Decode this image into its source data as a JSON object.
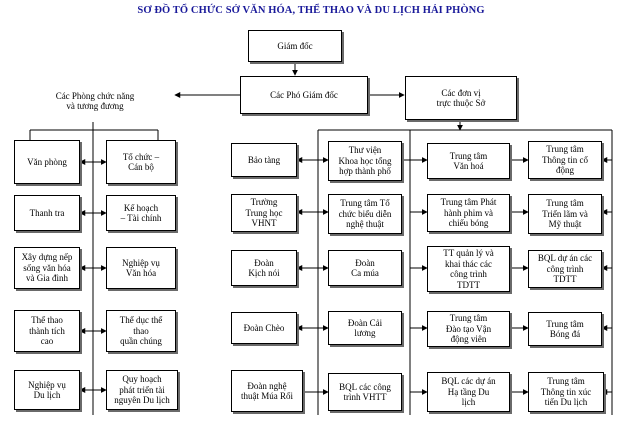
{
  "title": "SƠ ĐỒ TỔ CHỨC SỞ VĂN HÓA, THỂ THAO VÀ DU LỊCH HẢI PHÒNG",
  "nodes": {
    "director": "Giám đốc",
    "deputy_directors": "Các Phó Giám đốc",
    "functional_departments": "Các Phòng chức năng\nvà  tương đương",
    "affiliated_units": "Các đơn vị\ntrực thuộc Sở",
    "dept_office": "Văn phòng",
    "dept_inspection": "Thanh tra",
    "dept_lifestyle_family": "Xây dựng nếp\nsống văn hóa\nvà Gia đình",
    "dept_high_performance_sports": "Thể thao\nthành tích\ncao",
    "dept_tourism": "Nghiệp vụ\nDu lịch",
    "dept_organization": "Tổ chức –\nCán bộ",
    "dept_planning_finance": "Kế hoạch\n– Tài chính",
    "dept_culture": "Nghiệp vụ\nVăn hóa",
    "dept_mass_sports": "Thể dục thể\nthao\nquần chúng",
    "dept_tourism_planning": "Quy hoạch\nphát triển tài\nnguyên Du lịch",
    "unit_museum": "Bảo tàng",
    "unit_arts_school": "Trường\nTrung học\nVHNT",
    "unit_drama": "Đoàn\nKịch nói",
    "unit_cheo": "Đoàn Chèo",
    "unit_puppetry": "Đoàn nghệ\nthuật Múa Rối",
    "unit_library": "Thư viện\nKhoa học tổng\nhợp thành phố",
    "unit_performance_center": "Trung tâm Tổ\nchức biểu diễn\nnghệ thuật",
    "unit_song_dance": "Đoàn\nCa múa",
    "unit_cai_luong": "Đoàn Cải\nlương",
    "unit_bql_works": "BQL các công\ntrình VHTT",
    "unit_culture_center": "Trung tâm\nVăn hoá",
    "unit_film_center": "Trung tâm Phát\nhành phim và\nchiếu bóng",
    "unit_sports_works_mgmt": "TT quản lý và\nkhai thác các\ncông trình\nTDTT",
    "unit_athlete_training": "Trung tâm\nĐào tạo Vận\nđộng viên",
    "unit_tourism_infra": "BQL các dự án\nHạ tầng Du\nlịch",
    "unit_mobile_info": "Trung tâm\nThông tin cổ\nđộng",
    "unit_exhibition": "Trung tâm\nTriển lãm và\nMỹ thuật",
    "unit_sports_projects": "BQL dự án các\ncông trình\nTDTT",
    "unit_football": "Trung tâm\nBóng đá",
    "unit_tourism_promotion": "Trung tâm\nThông tin xúc\ntiến Du lịch"
  }
}
